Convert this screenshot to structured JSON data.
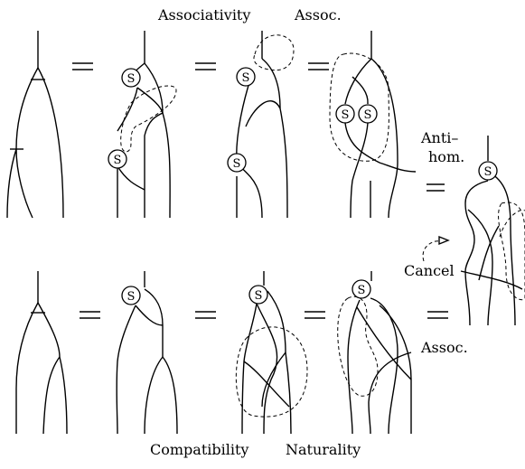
{
  "labels": {
    "associativity": "Associativity",
    "assoc_top": "Assoc.",
    "anti": "Anti–",
    "hom": "hom.",
    "cancel": "Cancel",
    "assoc_right": "Assoc.",
    "compatibility": "Compatibility",
    "naturality": "Naturality"
  },
  "antipode_symbol": "S"
}
